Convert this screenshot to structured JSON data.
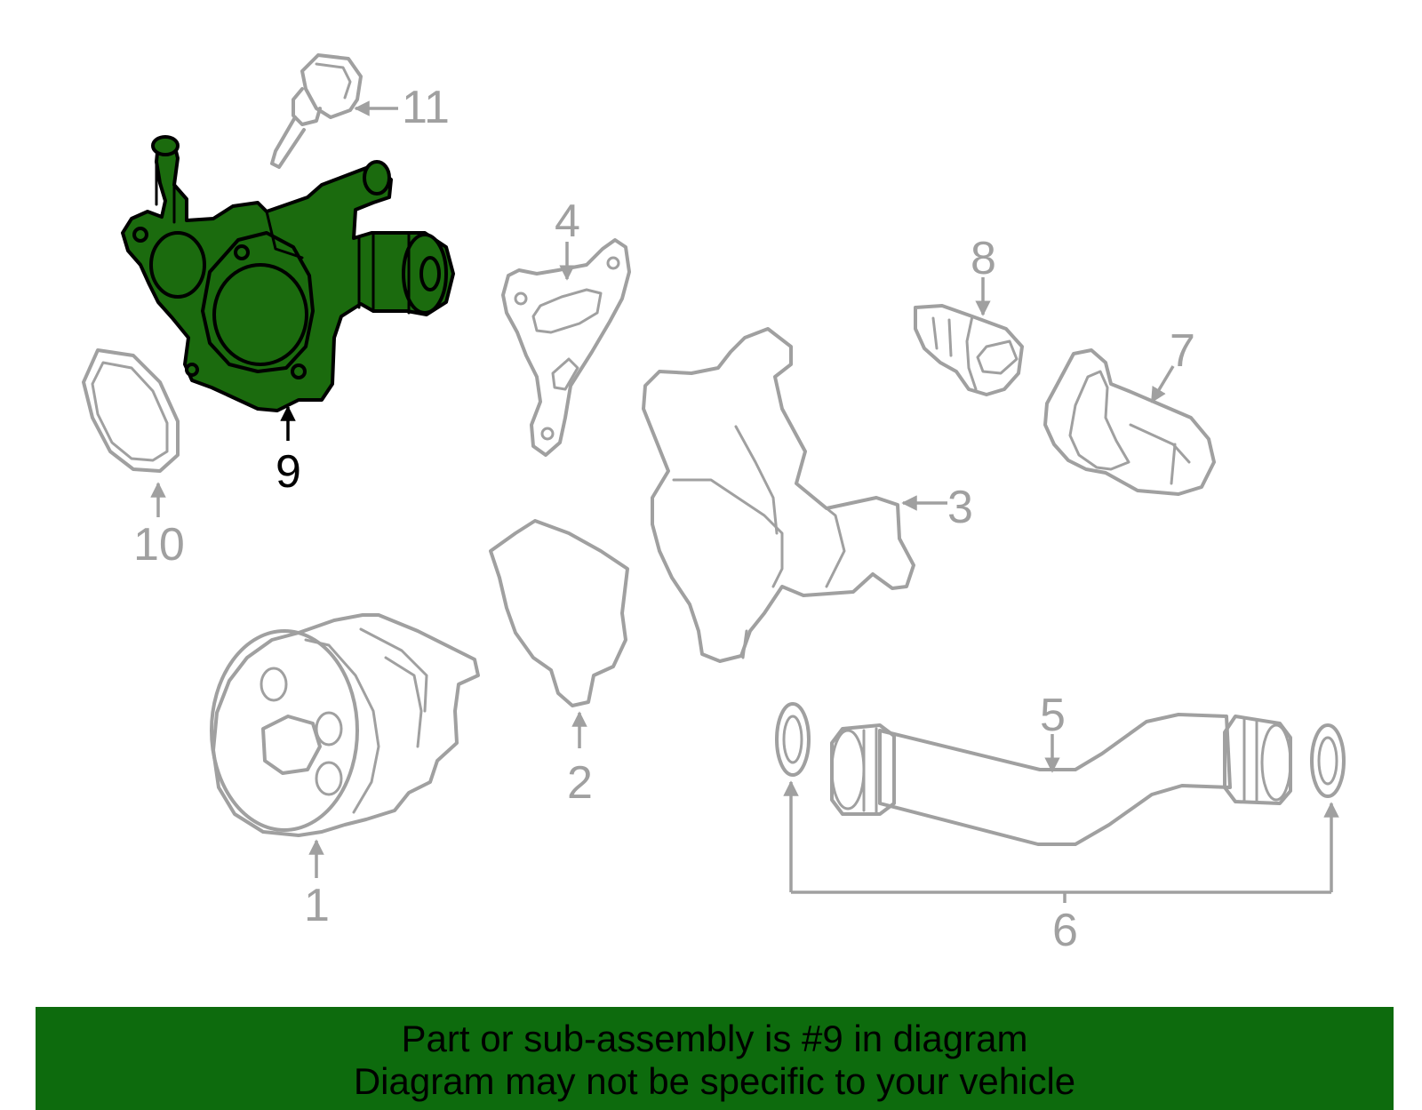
{
  "diagram": {
    "highlighted_part": "9",
    "highlight_color": "#1b6b0e",
    "line_color": "#a0a0a0",
    "callouts": {
      "c1": "1",
      "c2": "2",
      "c3": "3",
      "c4": "4",
      "c5": "5",
      "c6": "6",
      "c7": "7",
      "c8": "8",
      "c9": "9",
      "c10": "10",
      "c11": "11"
    }
  },
  "banner": {
    "line1": "Part or sub-assembly is #9 in diagram",
    "line2": "Diagram may not be specific to your vehicle",
    "background": "#0d6b0d"
  }
}
